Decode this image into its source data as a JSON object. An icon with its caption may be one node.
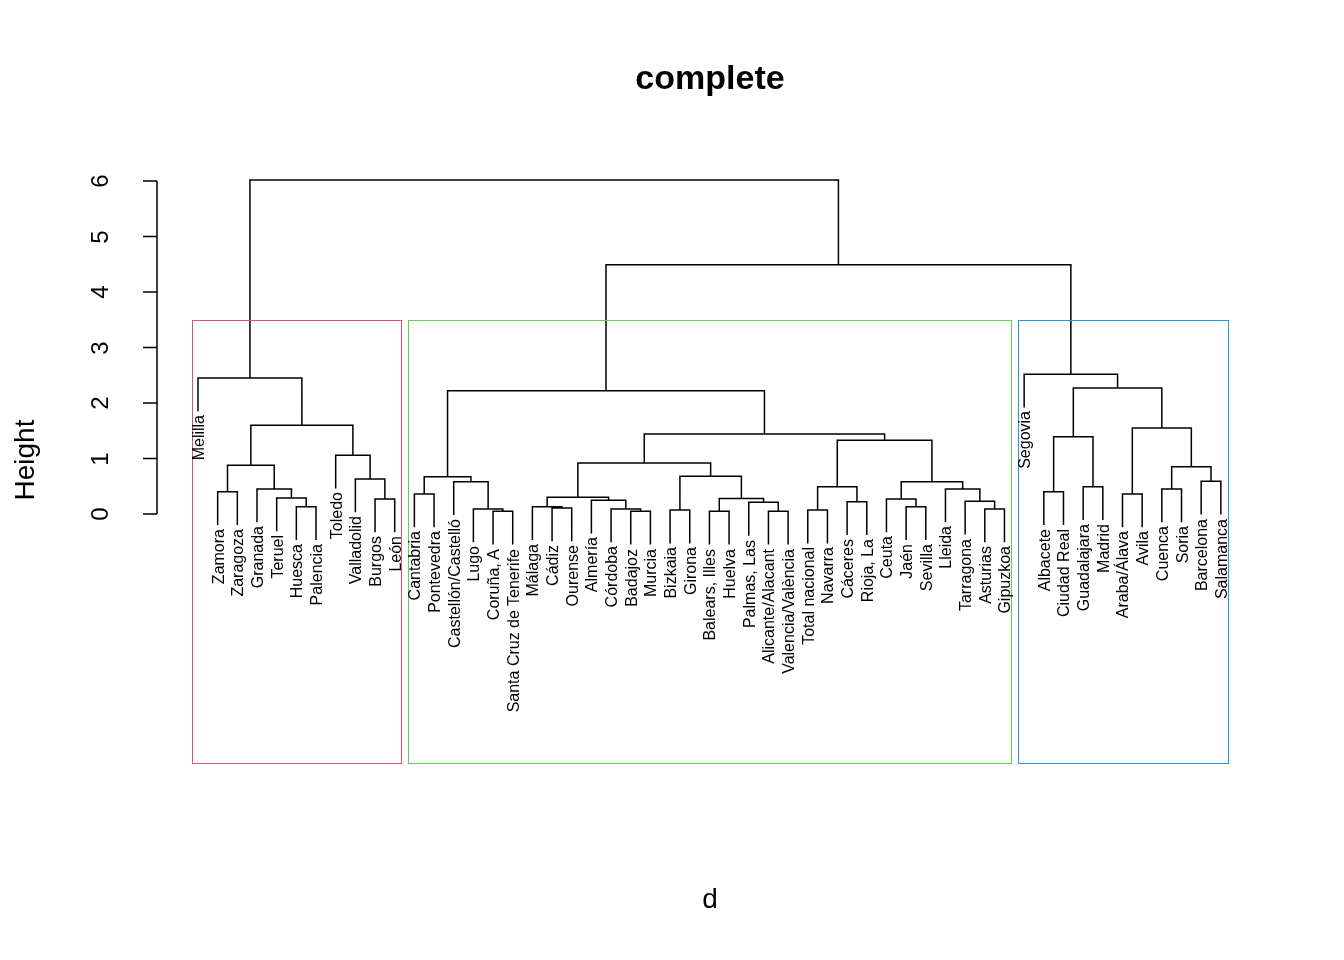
{
  "diagram": {
    "title": "complete",
    "nodes": [
      {
        "text": [
          "Melilla",
          "Zamora",
          "Zaragoza",
          "Granada",
          "Teruel",
          "Huesca",
          "Palencia",
          "Toledo",
          "Valladolid",
          "Burgos",
          "León"
        ]
      },
      {
        "text": [
          "Cantabria",
          "Pontevedra",
          "Castellón/Castelló",
          "Lugo",
          "Coruña, A",
          "Santa Cruz de Tenerife",
          "Málaga",
          "Cádiz",
          "Ourense",
          "Almería",
          "Córdoba",
          "Badajoz",
          "Murcia",
          "Bizkaia",
          "Girona",
          "Balears, Illes",
          "Huelva",
          "Palmas, Las",
          "Alicante/Alacant",
          "Valencia/València",
          "Total nacional",
          "Navarra",
          "Cáceres",
          "Rioja, La",
          "Ceuta",
          "Jaén",
          "Sevilla",
          "Lleida",
          "Tarragona",
          "Asturias",
          "Gipuzkoa"
        ]
      },
      {
        "text": [
          "Segovia",
          "Albacete",
          "Ciudad Real",
          "Guadalajara",
          "Madrid",
          "Araba/Álava",
          "Avila",
          "Cuenca",
          "Soria",
          "Barcelona",
          "Salamanca"
        ]
      }
    ],
    "labels": [
      "6",
      "5",
      "4",
      "3",
      "2",
      "1",
      "0",
      "Height",
      "d"
    ]
  }
}
